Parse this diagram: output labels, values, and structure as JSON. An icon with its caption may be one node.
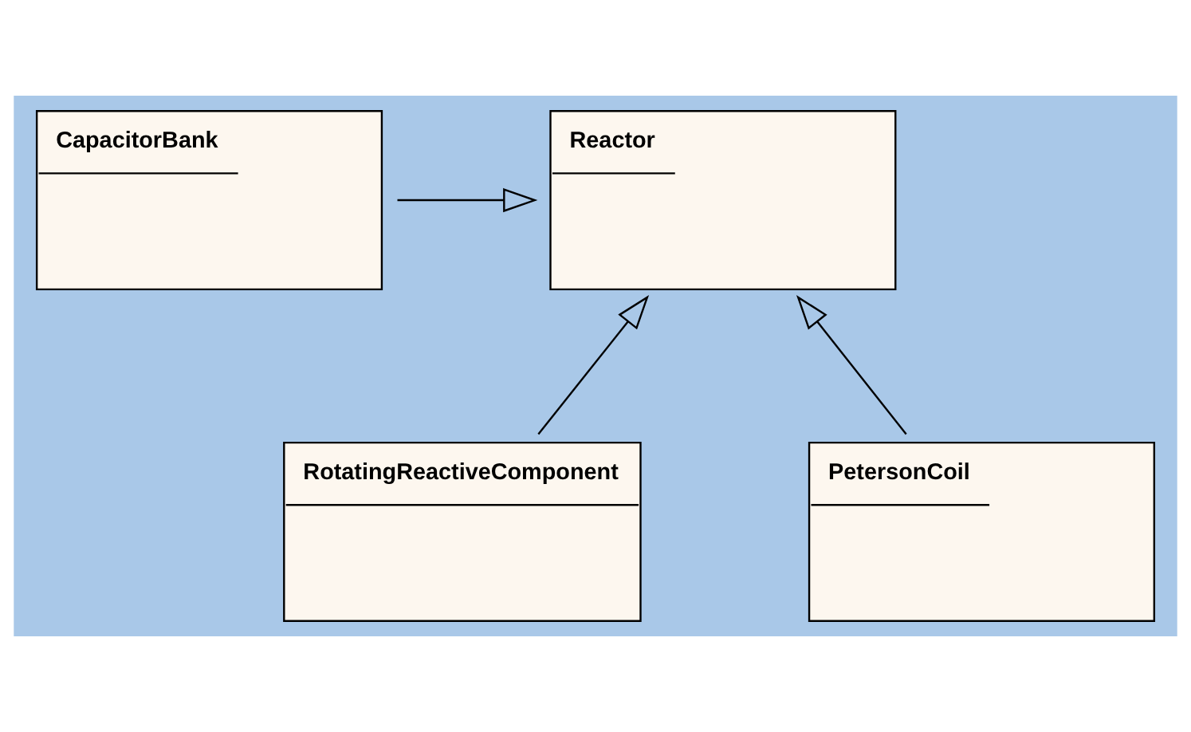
{
  "diagram": {
    "nodes": [
      {
        "text": [
          "CapacitorBank"
        ]
      },
      {
        "text": [
          "Reactor"
        ]
      },
      {
        "text": [
          "RotatingReactiveComponent"
        ]
      },
      {
        "text": [
          "PetersonCoil"
        ]
      }
    ],
    "edges": [
      {
        "from": 0,
        "to": 1,
        "arrow": "to"
      },
      {
        "from": 2,
        "to": 1,
        "arrow": "to"
      },
      {
        "from": 3,
        "to": 1,
        "arrow": "to"
      }
    ]
  }
}
